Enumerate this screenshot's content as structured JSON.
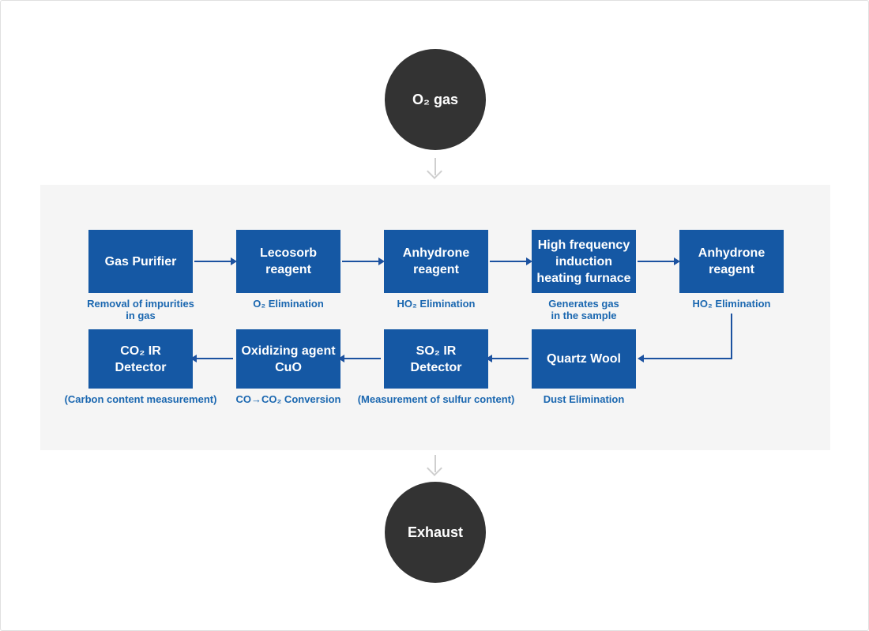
{
  "colors": {
    "box-blue": "#1558a4",
    "caption-blue": "#1a67b0",
    "arrow-blue": "#1c52a0",
    "node-dark": "#333333",
    "panel-gray": "#f5f5f5",
    "gray-arrow": "#cfcfcf",
    "page-border": "#e0e0e0",
    "page-bg": "#ffffff"
  },
  "source_node": {
    "label": "O₂ gas"
  },
  "sink_node": {
    "label": "Exhaust"
  },
  "top_row": [
    {
      "label": "Gas Purifier",
      "caption": "Removal of impurities\nin gas"
    },
    {
      "label": "Lecosorb\nreagent",
      "caption": "O₂ Elimination"
    },
    {
      "label": "Anhydrone\nreagent",
      "caption": "HO₂ Elimination"
    },
    {
      "label": "High frequency\ninduction\nheating furnace",
      "caption": "Generates gas\nin the sample"
    },
    {
      "label": "Anhydrone\nreagent",
      "caption": "HO₂ Elimination"
    }
  ],
  "bottom_row": [
    {
      "label": "CO₂ IR\nDetector",
      "caption": "(Carbon content measurement)"
    },
    {
      "label": "Oxidizing agent\nCuO",
      "caption": "CO→CO₂ Conversion"
    },
    {
      "label": "SO₂ IR\nDetector",
      "caption": "(Measurement of sulfur content)"
    },
    {
      "label": "Quartz Wool",
      "caption": "Dust Elimination"
    }
  ]
}
